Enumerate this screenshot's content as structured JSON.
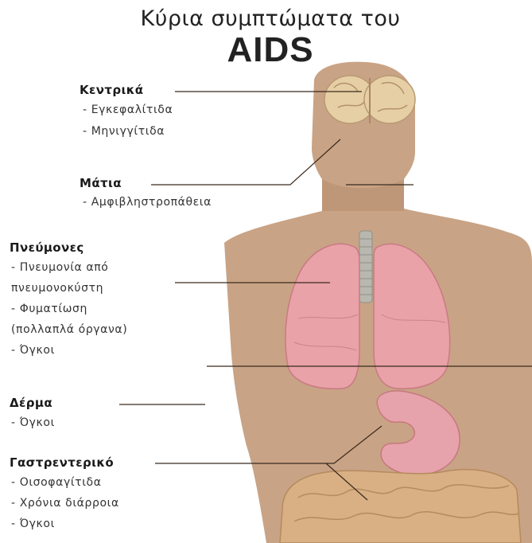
{
  "title": {
    "line1": "Κύρια συμπτώματα του",
    "line2": "AIDS"
  },
  "colors": {
    "skin": "#c9a385",
    "lung": "#e8a2a8",
    "brain": "#e6cfa5",
    "stomach": "#e7a3ab",
    "intestine": "#d8b083",
    "trachea": "#b8b8b0",
    "leader_line": "#3a2a1e"
  },
  "sections": {
    "central": {
      "heading": "Κεντρικά",
      "items": [
        "- Εγκεφαλίτιδα",
        "- Μηνιγγίτιδα"
      ]
    },
    "eyes": {
      "heading": "Μάτια",
      "items": [
        "- Αμφιβληστροπάθεια"
      ]
    },
    "lungs": {
      "heading": "Πνεύμονες",
      "items": [
        "- Πνευμονία από",
        "  πνευμονοκύστη",
        "- Φυματίωση",
        "  (πολλαπλά όργανα)",
        "- Όγκοι"
      ]
    },
    "skin": {
      "heading": "Δέρμα",
      "items": [
        "- Όγκοι"
      ]
    },
    "gi": {
      "heading": "Γαστρεντερικό",
      "items": [
        "- Οισοφαγίτιδα",
        "- Χρόνια διάρροια",
        "- Όγκοι"
      ]
    }
  }
}
